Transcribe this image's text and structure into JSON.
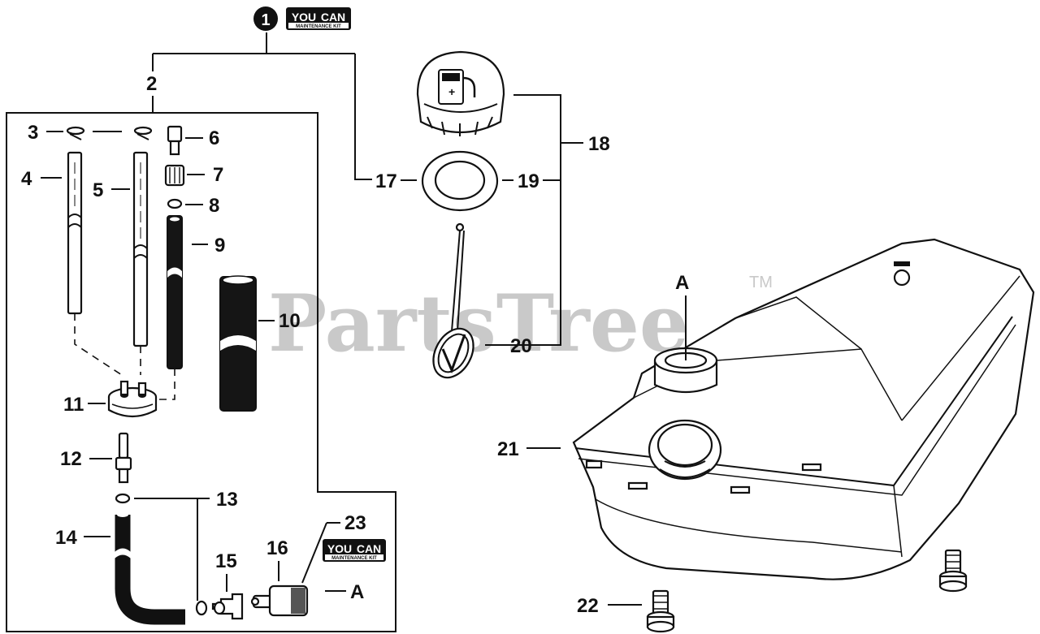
{
  "watermark": {
    "text": "PartsTree",
    "tm": "TM"
  },
  "kit_badge": {
    "top": "YOU",
    "mid": "CAN",
    "sub": "MAINTENANCE KIT"
  },
  "badge_circle": "1",
  "callouts": {
    "c2": "2",
    "c3": "3",
    "c4": "4",
    "c5": "5",
    "c6": "6",
    "c7": "7",
    "c8": "8",
    "c9": "9",
    "c10": "10",
    "c11": "11",
    "c12": "12",
    "c13": "13",
    "c14": "14",
    "c15": "15",
    "c16": "16",
    "c17": "17",
    "c18": "18",
    "c19": "19",
    "c20": "20",
    "c21": "21",
    "c22": "22",
    "c23": "23"
  },
  "refs": {
    "a_tank": "A",
    "a_filter": "A"
  }
}
